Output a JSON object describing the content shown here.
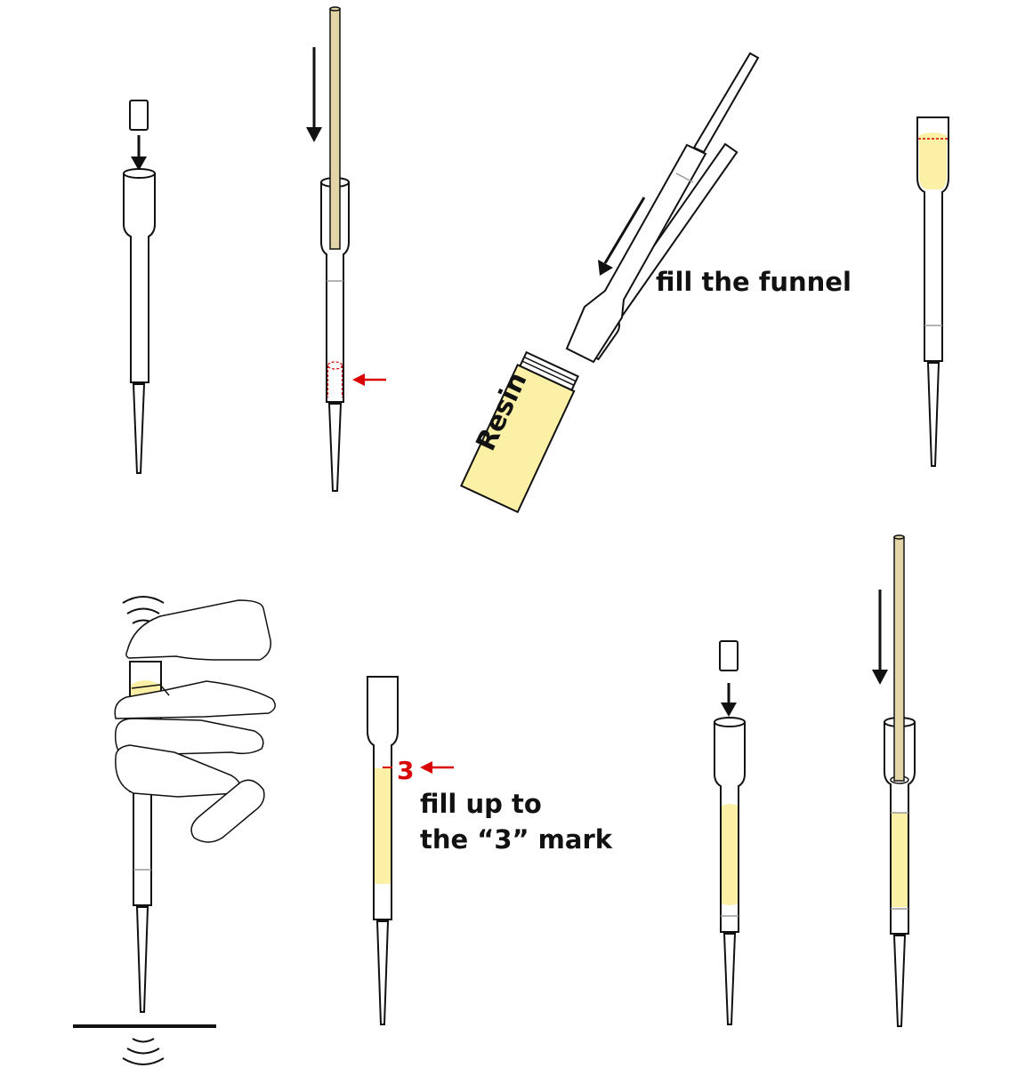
{
  "labels": {
    "fill_funnel": "fill the funnel",
    "resin": "Resin",
    "fill_up_line1": "fill up to",
    "fill_up_line2": "the “3” mark",
    "mark_number": "3"
  },
  "colors": {
    "outline": "#111111",
    "resin": "#fbf0a6",
    "rod": "#e3d5a7",
    "accent": "#d80000",
    "glass_line": "#9a9a9a"
  },
  "icons": {
    "down_arrow": "down-arrow-icon",
    "left_arrow": "left-arrow-icon",
    "vibration": "vibration-waves-icon",
    "hand": "hand-icon"
  }
}
